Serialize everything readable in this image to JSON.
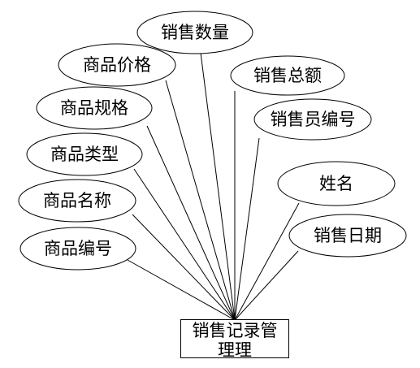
{
  "entity": {
    "label": "销售记录管理理"
  },
  "attributes": [
    {
      "id": "sales-quantity",
      "label": "销售数量"
    },
    {
      "id": "product-price",
      "label": "商品价格"
    },
    {
      "id": "sales-total",
      "label": "销售总额"
    },
    {
      "id": "product-spec",
      "label": "商品规格"
    },
    {
      "id": "salesperson-id",
      "label": "销售员编号"
    },
    {
      "id": "product-type",
      "label": "商品类型"
    },
    {
      "id": "name",
      "label": "姓名"
    },
    {
      "id": "product-name",
      "label": "商品名称"
    },
    {
      "id": "sales-date",
      "label": "销售日期"
    },
    {
      "id": "product-id",
      "label": "商品编号"
    }
  ]
}
